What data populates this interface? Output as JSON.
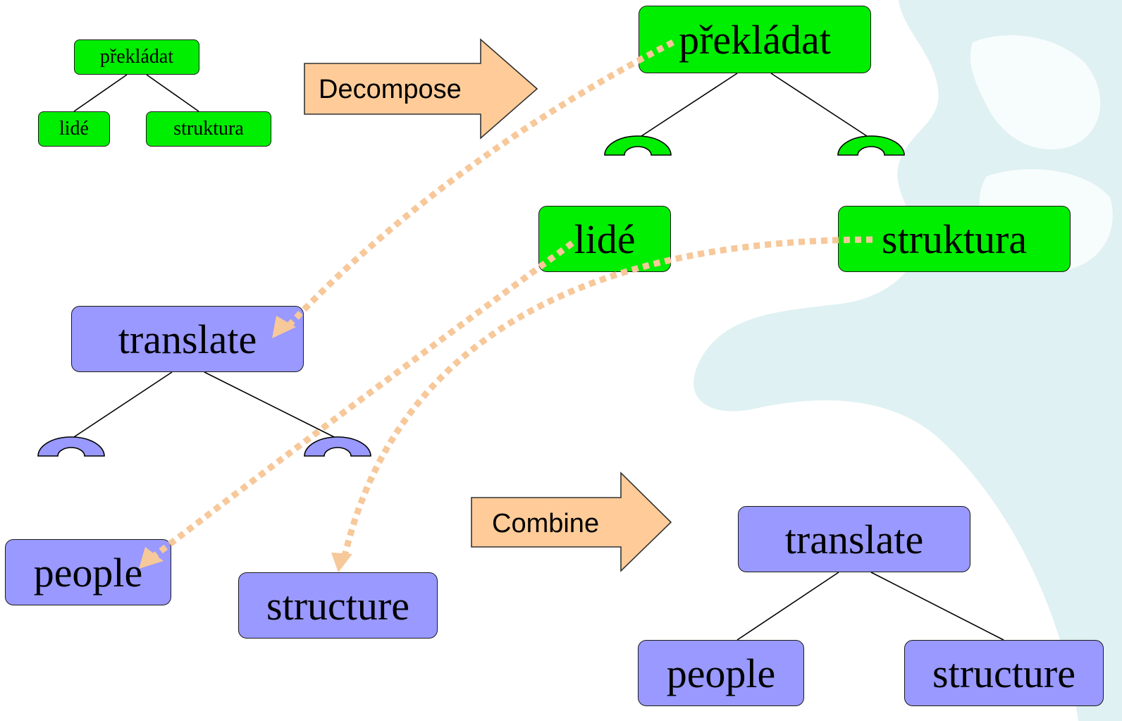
{
  "colors": {
    "source_node": "#00ee00",
    "target_node": "#9999ff",
    "step_arrow": "#ffcc99",
    "link_line": "#f7c89a",
    "watermark": "#d4ecee"
  },
  "operations": {
    "decompose": "Decompose",
    "combine": "Combine"
  },
  "source_tree": {
    "root": "překládat",
    "children": [
      "lidé",
      "struktura"
    ]
  },
  "decomposed_source": {
    "head": "překládat",
    "pieces": [
      "lidé",
      "struktura"
    ]
  },
  "translated_pieces": {
    "head": "translate",
    "pieces": [
      "people",
      "structure"
    ]
  },
  "combined_tree": {
    "root": "translate",
    "children": [
      "people",
      "structure"
    ]
  }
}
